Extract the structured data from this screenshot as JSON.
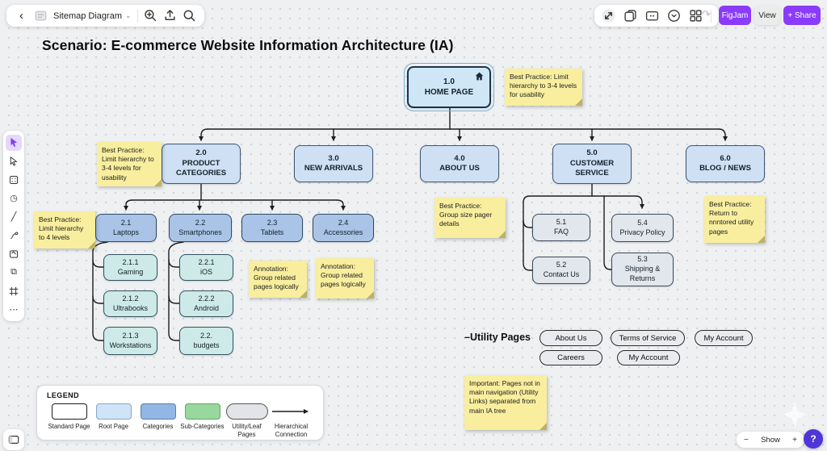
{
  "header": {
    "board_title": "Sitemap Diagram",
    "figjam_label": "FigJam",
    "view_label": "View",
    "share_label": "+ Share"
  },
  "icons": {
    "back": "‹",
    "dropdown": "⌄",
    "redo": "↷",
    "timer": "◷",
    "line": "╱",
    "duplicate": "⧉",
    "more": "⋯",
    "minus": "−",
    "plus": "+",
    "help": "?"
  },
  "canvas": {
    "scenario_title": "Scenario: E-commerce Website Information Architecture (IA)"
  },
  "nodes": {
    "home": {
      "num": "1.0",
      "label": "HOME PAGE"
    },
    "n2": {
      "num": "2.0",
      "label": "PRODUCT CATEGORIES"
    },
    "n3": {
      "num": "3.0",
      "label": "NEW ARRIVALS"
    },
    "n4": {
      "num": "4.0",
      "label": "ABOUT US"
    },
    "n5": {
      "num": "5.0",
      "label": "CUSTOMER SERVICE"
    },
    "n6": {
      "num": "6.0",
      "label": "BLOG / NEWS"
    },
    "n21": {
      "num": "2.1",
      "label": "Laptops"
    },
    "n22": {
      "num": "2.2",
      "label": "Smartphones"
    },
    "n23": {
      "num": "2.3",
      "label": "Tablets"
    },
    "n24": {
      "num": "2.4",
      "label": "Accessories"
    },
    "n211": {
      "num": "2.1.1",
      "label": "Gaming"
    },
    "n212": {
      "num": "2.1.2",
      "label": "Ultrabooks"
    },
    "n213": {
      "num": "2.1.3",
      "label": "Workstations"
    },
    "n221": {
      "num": "2.2.1",
      "label": "iOS"
    },
    "n222": {
      "num": "2.2.2",
      "label": "Android"
    },
    "n223": {
      "num": "2.2.",
      "label": "budgets"
    },
    "n51": {
      "num": "5.1",
      "label": "FAQ"
    },
    "n52": {
      "num": "5.2",
      "label": "Contact Us"
    },
    "n54": {
      "num": "5.4",
      "label": "Privacy Policy"
    },
    "n53": {
      "num": "5.3",
      "label": "Shipping & Returns"
    }
  },
  "stickies": {
    "s1": "Best Practice: Limit hierarchy to 3-4 levels for usability",
    "s2": "Best Practice: Limit hierarchy to 3-4 levels for usability",
    "s3": "Best Practice: Limit hierarchy to 4 levels",
    "s4": "Annotation: Group related pages logically",
    "s5": "Annotation: Group related pages logically",
    "s6": "Best Practice: Group size pager details",
    "s7": "Best Practice: Return to nnntored utility pages",
    "s8": "Important: Pages not in main navigation (Utility Links) separated from main IA tree"
  },
  "utility": {
    "label": "–Utility Pages",
    "pills": [
      "About Us",
      "Terms of Service",
      "My Account",
      "Careers",
      "My Account"
    ]
  },
  "legend": {
    "title": "LEGEND",
    "items": [
      {
        "label": "Standard Page"
      },
      {
        "label": "Root Page"
      },
      {
        "label": "Categories"
      },
      {
        "label": "Sub-Categories"
      },
      {
        "label": "Utility/Leaf Pages"
      },
      {
        "label": "Hierarchical Connection"
      }
    ]
  },
  "footer": {
    "show_label": "Show"
  },
  "colors": {
    "accent_purple": "#8a3bfb",
    "node_root": "#cfe6f6",
    "node_level2": "#cfe0f4",
    "node_category": "#a9c4e6",
    "node_subcategory_legend": "#98d89e",
    "node_teal": "#cde9e8",
    "node_utility": "#e2e6ed",
    "sticky_yellow": "#f8ee9e",
    "help_button": "#4f35d8",
    "connector": "#1c1c1c"
  }
}
